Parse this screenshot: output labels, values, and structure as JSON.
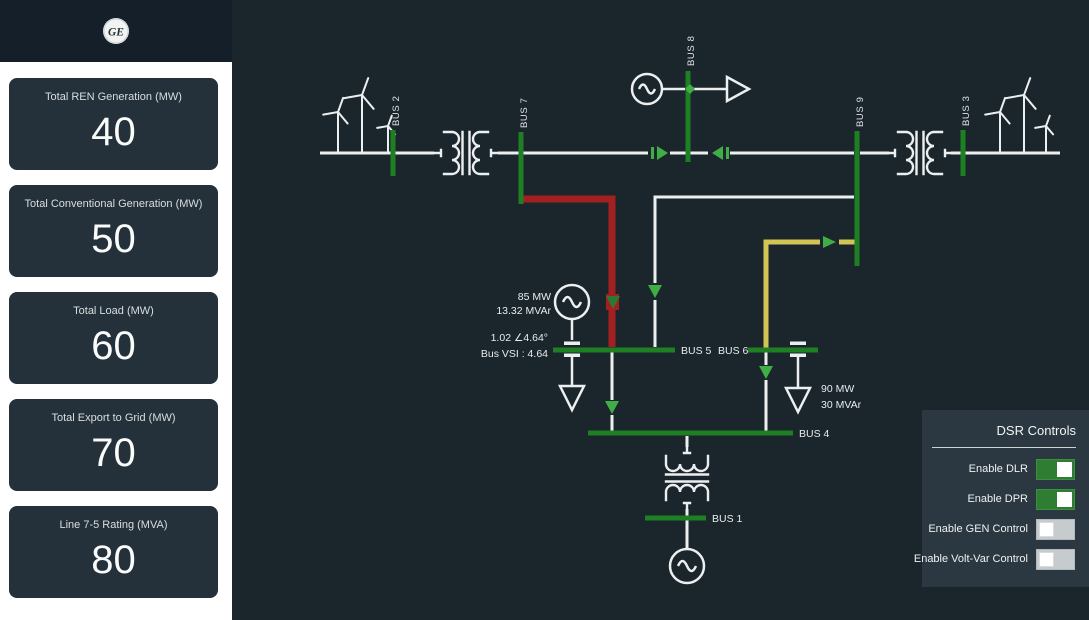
{
  "sidebar": {
    "logo_text": "GE",
    "cards": [
      {
        "label": "Total REN Generation (MW)",
        "value": "40"
      },
      {
        "label": "Total Conventional Generation (MW)",
        "value": "50"
      },
      {
        "label": "Total Load (MW)",
        "value": "60"
      },
      {
        "label": "Total Export to Grid (MW)",
        "value": "70"
      },
      {
        "label": "Line 7-5 Rating (MVA)",
        "value": "80"
      }
    ]
  },
  "diagram": {
    "bus_labels": {
      "bus1": "BUS 1",
      "bus2": "BUS 2",
      "bus3": "BUS 3",
      "bus4": "BUS 4",
      "bus5": "BUS 5",
      "bus6": "BUS 6",
      "bus7": "BUS 7",
      "bus8": "BUS 8",
      "bus9": "BUS 9"
    },
    "gen_bus5_mw": "85 MW",
    "gen_bus5_mvar": "13.32 MVAr",
    "bus5_voltage": "1.02 ∠4.64°",
    "bus5_vsi": "Bus VSI : 4.64",
    "load_bus6_mw": "90 MW",
    "load_bus6_mvar": "30 MVAr"
  },
  "dsr": {
    "title": "DSR Controls",
    "toggles": [
      {
        "label": "Enable DLR",
        "on": true
      },
      {
        "label": "Enable DPR",
        "on": true
      },
      {
        "label": "Enable GEN Control",
        "on": false
      },
      {
        "label": "Enable Volt-Var Control",
        "on": false
      }
    ]
  },
  "colors": {
    "bus_green": "#1e8022",
    "flow_arrow_green": "#3fae46",
    "overload_red": "#a32020",
    "warning_yellow": "#d2c556",
    "line_white": "#eceff0"
  }
}
